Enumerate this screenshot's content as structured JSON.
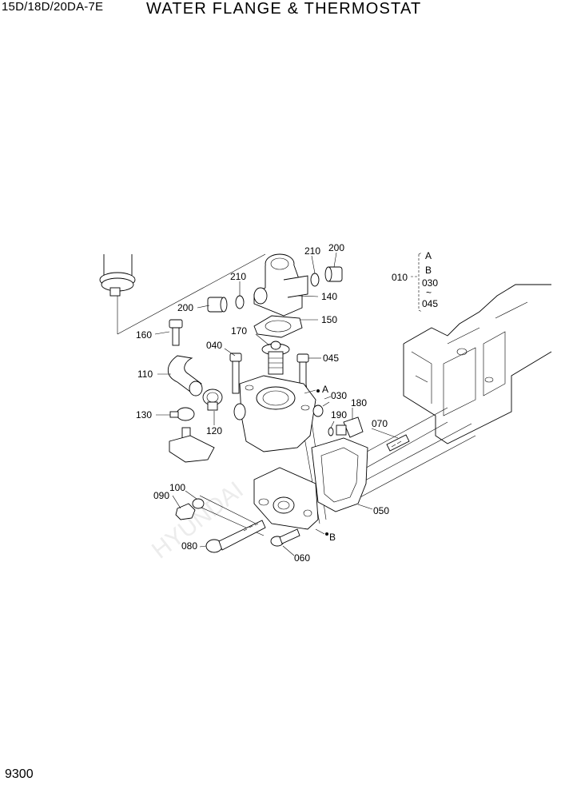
{
  "header": {
    "model": "15D/18D/20DA-7E",
    "title": "WATER FLANGE & THERMOSTAT"
  },
  "page_number": "9300",
  "parts": {
    "p010": "010",
    "p030": "030",
    "p040": "040",
    "p045": "045",
    "p050": "050",
    "p060": "060",
    "p070": "070",
    "p080": "080",
    "p090": "090",
    "p100": "100",
    "p110": "110",
    "p120": "120",
    "p130": "130",
    "p140": "140",
    "p150": "150",
    "p160": "160",
    "p170": "170",
    "p180": "180",
    "p190": "190",
    "p200a": "200",
    "p200b": "200",
    "p210a": "210",
    "p210b": "210"
  },
  "group_010": {
    "a": "A",
    "b": "B",
    "from": "030",
    "tilde": "~",
    "to": "045"
  },
  "refs": {
    "a": "A",
    "b": "B"
  },
  "watermark": "HYUNDAI"
}
